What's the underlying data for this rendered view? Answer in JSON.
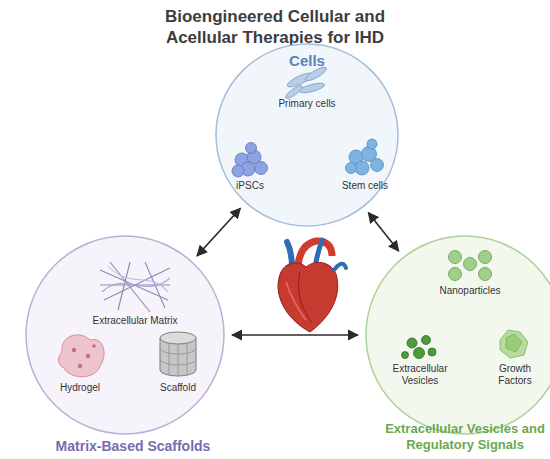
{
  "diagram": {
    "title": "Bioengineered Cellular and Acellular Therapies for IHD",
    "nodes": [
      {
        "text": [
          "Cells",
          "Primary cells",
          "iPSCs",
          "Stem cells"
        ]
      },
      {
        "text": [
          "Extracellular Matrix",
          "Hydrogel",
          "Scaffold",
          "Matrix-Based Scaffolds"
        ]
      },
      {
        "text": [
          "Nanoparticles",
          "Extracellular Vesicles",
          "Growth Factors",
          "Extracellular Vesicles and Regulatory Signals"
        ]
      }
    ],
    "edges": [
      {
        "from": 0,
        "to": 1,
        "arrow": "both"
      },
      {
        "from": 0,
        "to": 2,
        "arrow": "both"
      },
      {
        "from": 1,
        "to": 2,
        "arrow": "both"
      }
    ]
  }
}
